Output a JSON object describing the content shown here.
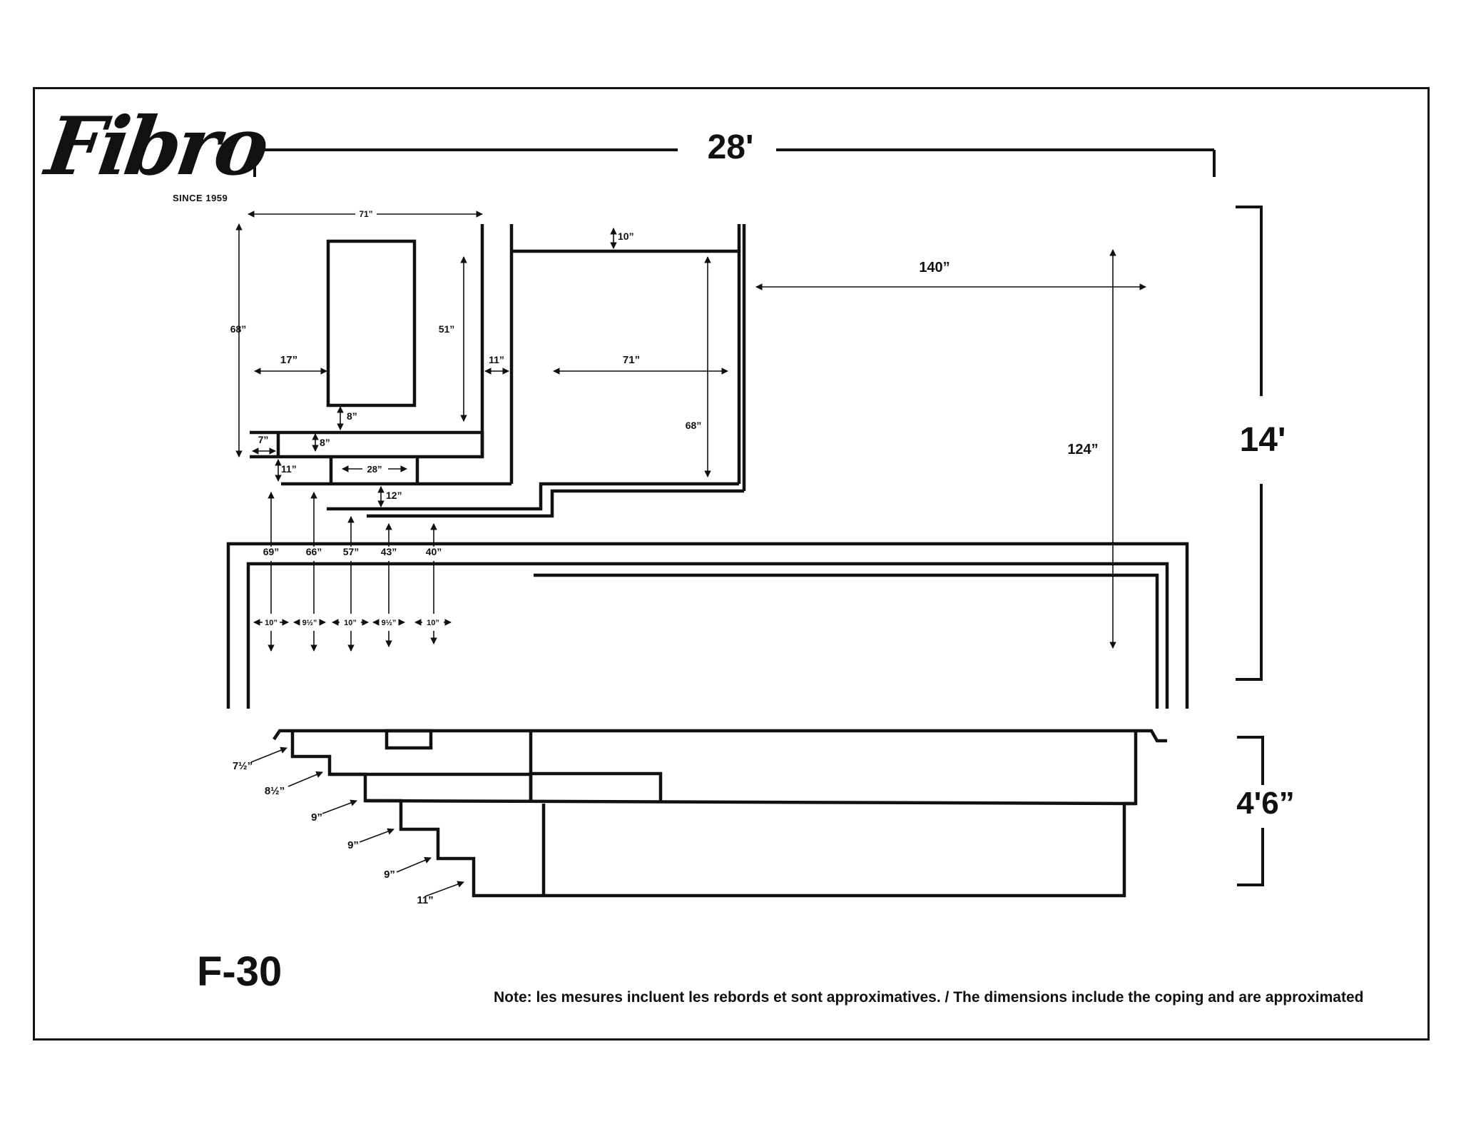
{
  "brand": {
    "logo_text": "Fibro",
    "since": "SINCE 1959"
  },
  "overall": {
    "length": "28'",
    "width": "14'",
    "depth": "4'6”"
  },
  "plan_dims": {
    "d71_top": "71”",
    "d68_left": "68”",
    "d51": "51”",
    "d17": "17”",
    "d8_a": "8”",
    "d7": "7”",
    "d8_b": "8”",
    "d11_step": "11”",
    "d28": "28”",
    "d12": "12”",
    "d11_gap": "11”",
    "d10_top": "10”",
    "d71_mid": "71”",
    "d68_mid": "68”",
    "d140": "140”",
    "d124": "124”",
    "d69": "69”",
    "d66": "66”",
    "d57": "57”",
    "d43": "43”",
    "d40": "40”",
    "w1": "10”",
    "w2": "9½”",
    "w3": "10”",
    "w4": "9½”",
    "w5": "10”"
  },
  "section_dims": {
    "s1": "7½”",
    "s2": "8½”",
    "s3": "9”",
    "s4": "9”",
    "s5": "9”",
    "s6": "11”"
  },
  "model": "F-30",
  "note": "Note: les mesures incluent les rebords et sont approximatives. / The dimensions include the coping and are approximated"
}
